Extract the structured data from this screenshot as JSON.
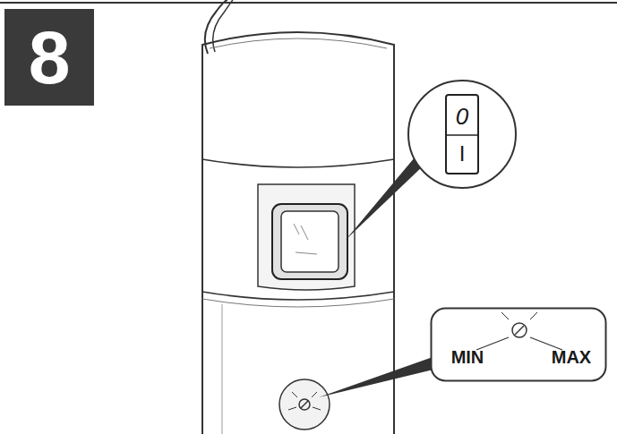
{
  "diagram": {
    "nodes": [
      {
        "text": [
          "8"
        ]
      },
      {
        "text": [
          "0",
          "I"
        ]
      },
      {
        "text": [
          "MIN",
          "MAX"
        ]
      }
    ]
  }
}
